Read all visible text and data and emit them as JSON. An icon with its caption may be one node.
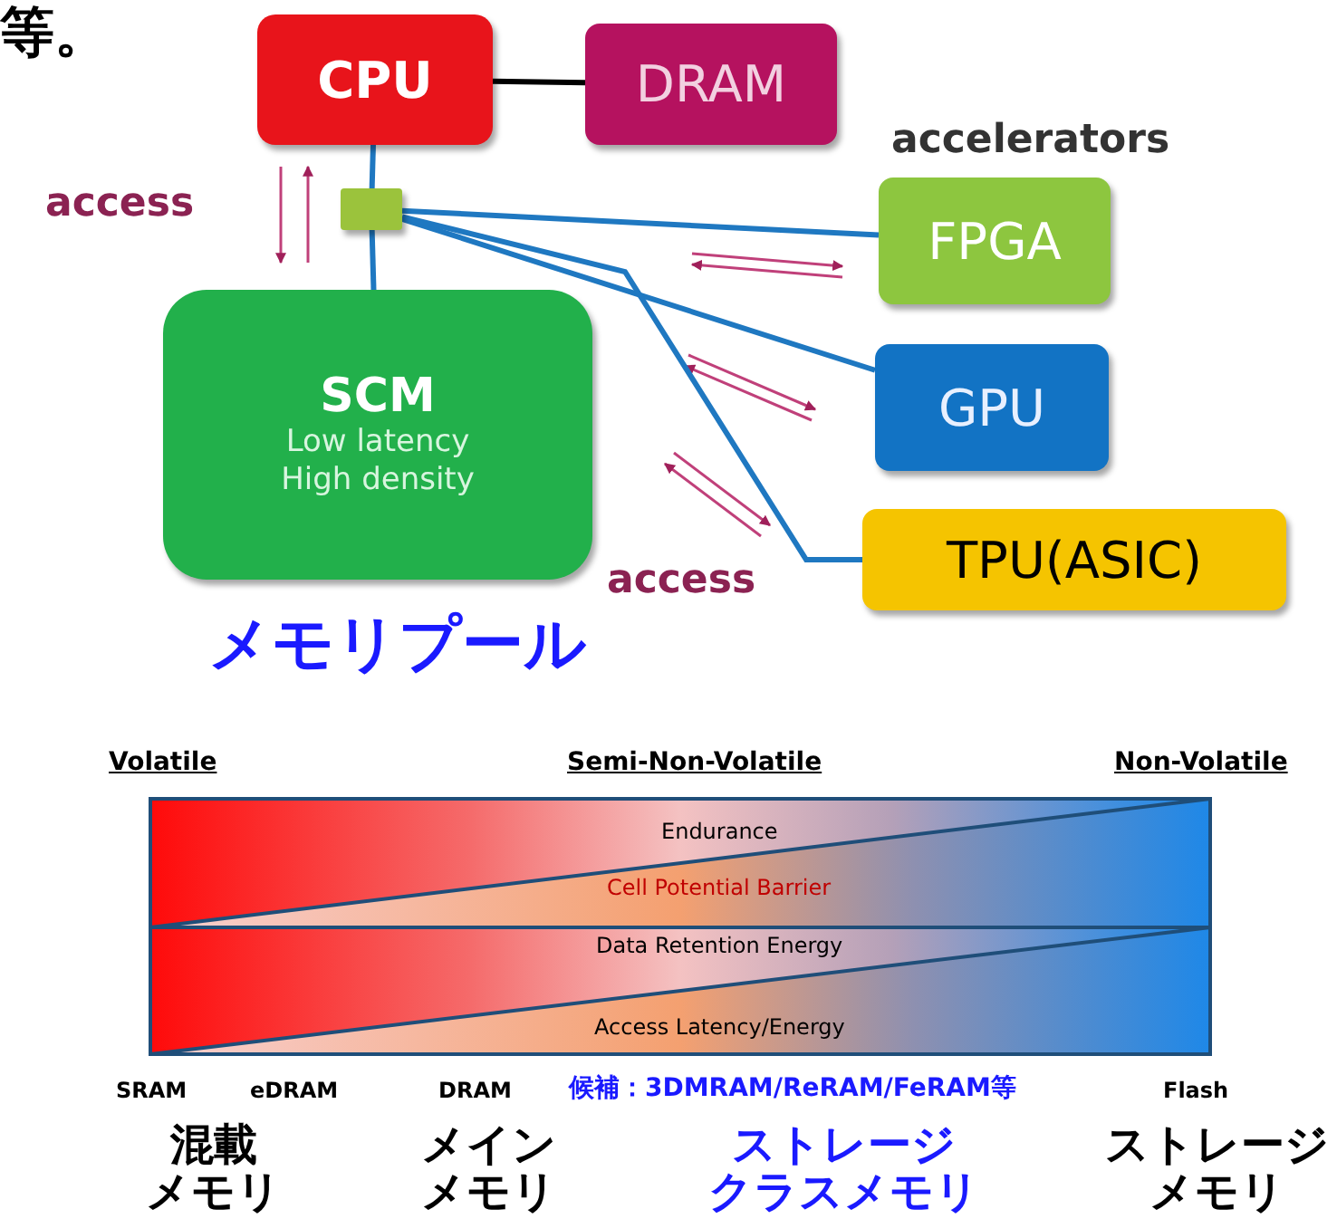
{
  "diagram": {
    "nodes": [
      {
        "text": [
          "CPU"
        ]
      },
      {
        "text": [
          "DRAM"
        ]
      },
      {
        "text": [],
        "shape": "box"
      },
      {
        "text": [
          "SCM",
          "Low latency High density"
        ],
        "beside": [
          "メモリプール"
        ]
      },
      {
        "text": [
          "FPGA"
        ]
      },
      {
        "text": [
          "GPU"
        ]
      },
      {
        "text": [
          "TPU(ASIC)"
        ]
      }
    ],
    "edges": [
      {
        "from": 0,
        "to": 1,
        "arrow": "none",
        "color": "#000000"
      },
      {
        "from": 0,
        "to": 2,
        "arrow": "none"
      },
      {
        "from": 2,
        "to": 3,
        "arrow": "none"
      },
      {
        "from": 2,
        "to": 4,
        "arrow": "none"
      },
      {
        "from": 2,
        "to": 5,
        "arrow": "none"
      },
      {
        "from": 2,
        "to": 6,
        "arrow": "none"
      }
    ],
    "labels": [
      "等。",
      "accelerators",
      "access",
      "access",
      "Volatile",
      "Semi-Non-Volatile",
      "Non-Volatile",
      "Endurance",
      "Cell Potential Barrier",
      "Data Retention Energy",
      "Access Latency/Energy",
      "SRAM",
      "eDRAM",
      "DRAM",
      "候補：3DMRAM/ReRAM/FeRAM等",
      "Flash",
      "混載メモリ",
      "メインメモリ",
      "ストレージクラスメモリ",
      "ストレージメモリ"
    ]
  }
}
